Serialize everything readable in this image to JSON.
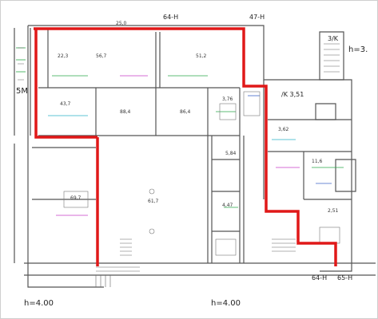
{
  "plan": {
    "labels": {
      "corridor_top_left": "64-H",
      "corridor_top_right": "47-H",
      "staircase_top": "3/K",
      "height_upper_right": "h=3.",
      "label_left_edge": "5M",
      "label_k_mid": "/K 3,51",
      "height_bottom_left": "h=4.00",
      "height_bottom_mid": "h=4.00",
      "corridor_bottom_right_a": "64-H",
      "corridor_bottom_right_b": "65-H"
    },
    "room_marks": [
      "25,0",
      "56,7",
      "51,2",
      "88,4",
      "86,4",
      "43,7",
      "22,3",
      "61,7",
      "69,7",
      "3,76",
      "5,84",
      "11,6",
      "3,62",
      "4,47",
      "2,51"
    ],
    "colors": {
      "boundary": "#e01818",
      "wall": "#555555",
      "accent_green": "#2aa84a",
      "accent_magenta": "#c83cc8",
      "accent_cyan": "#2ab0c8",
      "accent_blue": "#3c64c8"
    }
  }
}
